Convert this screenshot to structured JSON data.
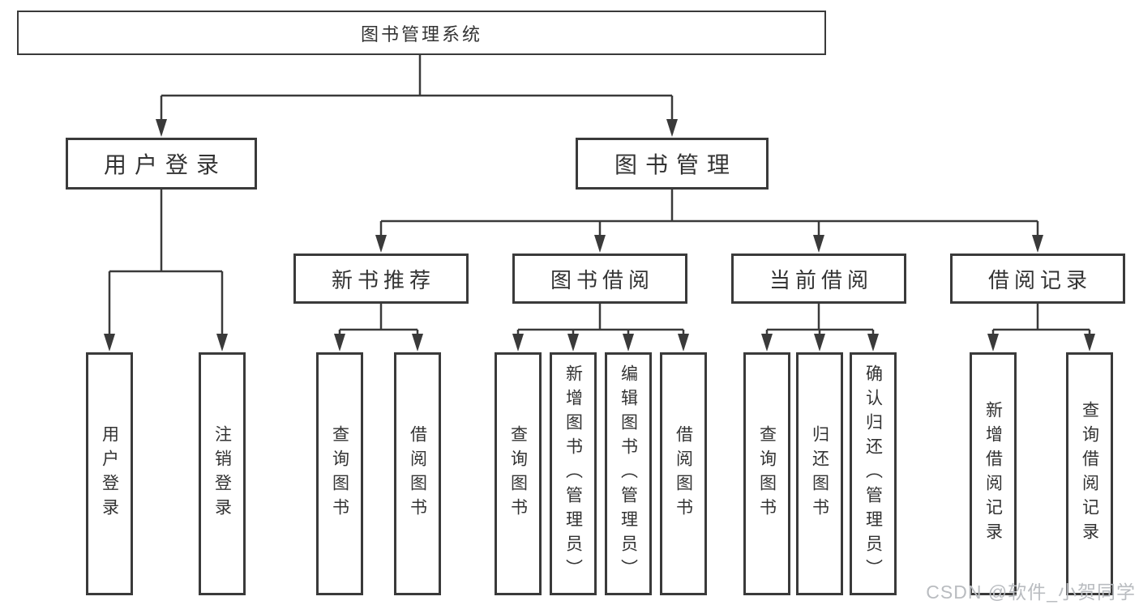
{
  "diagram": {
    "root": {
      "label": "图书管理系统"
    },
    "level2": [
      {
        "label": "用户登录"
      },
      {
        "label": "图书管理"
      }
    ],
    "level3": [
      {
        "label": "新书推荐"
      },
      {
        "label": "图书借阅"
      },
      {
        "label": "当前借阅"
      },
      {
        "label": "借阅记录"
      }
    ],
    "leaves": {
      "user_login": [
        {
          "label": "用户登录"
        },
        {
          "label": "注销登录"
        }
      ],
      "new_book_recommend": [
        {
          "label": "查询图书"
        },
        {
          "label": "借阅图书"
        }
      ],
      "book_borrow": [
        {
          "label": "查询图书"
        },
        {
          "label": "新增图书（管理员）"
        },
        {
          "label": "编辑图书（管理员）"
        },
        {
          "label": "借阅图书"
        }
      ],
      "current_borrow": [
        {
          "label": "查询图书"
        },
        {
          "label": "归还图书"
        },
        {
          "label": "确认归还（管理员）"
        }
      ],
      "borrow_records": [
        {
          "label": "新增借阅记录"
        },
        {
          "label": "查询借阅记录"
        }
      ]
    },
    "watermark": "CSDN @软件_小贺同学",
    "colors": {
      "line": "#3a3a3a",
      "text": "#333333",
      "watermark": "#b9bcc0",
      "background": "#ffffff"
    }
  }
}
